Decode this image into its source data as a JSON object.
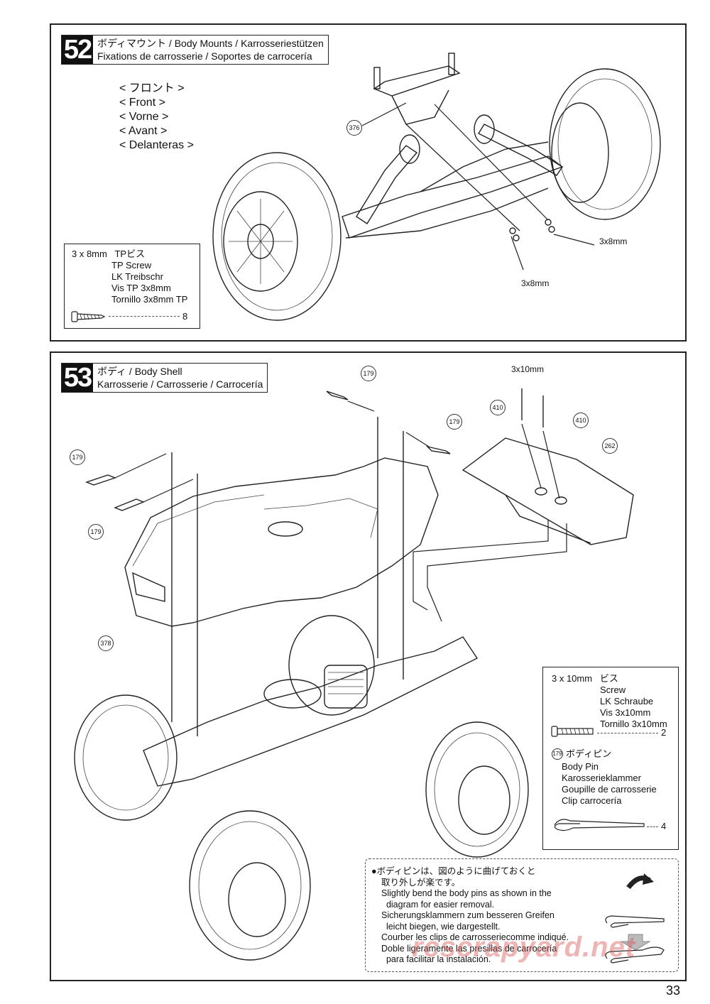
{
  "step52": {
    "number": "52",
    "title_line1": "ボディマウント / Body Mounts / Karrosseriestützen",
    "title_line2": "Fixations de carrosserie / Soportes de carrocería",
    "front_labels": [
      "< フロント >",
      "< Front >",
      "< Vorne >",
      "< Avant >",
      "< Delanteras >"
    ],
    "part_number": "376",
    "callout_a": "3x8mm",
    "callout_b": "3x8mm",
    "parts": {
      "size": "3 x 8mm",
      "name_jp": "TPビス",
      "names": [
        "TP Screw",
        "LK Treibschr",
        "Vis TP 3x8mm",
        "Tornillo 3x8mm TP"
      ],
      "qty": "8"
    }
  },
  "step53": {
    "number": "53",
    "title_line1": "ボディ / Body Shell",
    "title_line2": "Karrosserie / Carrosserie / Carrocería",
    "callout_screw": "3x10mm",
    "part_numbers": {
      "pin_top": "179",
      "pin_right": "179",
      "pin_left_top": "179",
      "pin_left_bottom": "179",
      "washer_left": "410",
      "washer_right": "410",
      "wing": "262",
      "body": "378"
    },
    "parts": {
      "screw_size": "3 x 10mm",
      "screw_name_jp": "ビス",
      "screw_names": [
        "Screw",
        "LK Schraube",
        "Vis 3x10mm",
        "Tornillo 3x10mm"
      ],
      "screw_qty": "2",
      "pin_no": "179",
      "pin_name_jp": "ボディピン",
      "pin_names": [
        "Body Pin",
        "Karosserieklammer",
        "Goupille de carrosserie",
        "Clip carrocería"
      ],
      "pin_qty": "4"
    },
    "note": {
      "bullet": "●",
      "lines": [
        "ボディピンは、図のように曲げておくと",
        "取り外しが楽です。",
        "Slightly bend the body pins as shown in the",
        "  diagram for easier removal.",
        "Sicherungsklammern zum besseren Greifen",
        "  leicht biegen, wie dargestellt.",
        "Courber les clips de carrosseriecomme indiqué.",
        "Doble ligeramente las presillas de carrocería",
        "  para facilitar la instalación."
      ]
    }
  },
  "watermark": "rcscrapyard.net",
  "page_number": "33"
}
